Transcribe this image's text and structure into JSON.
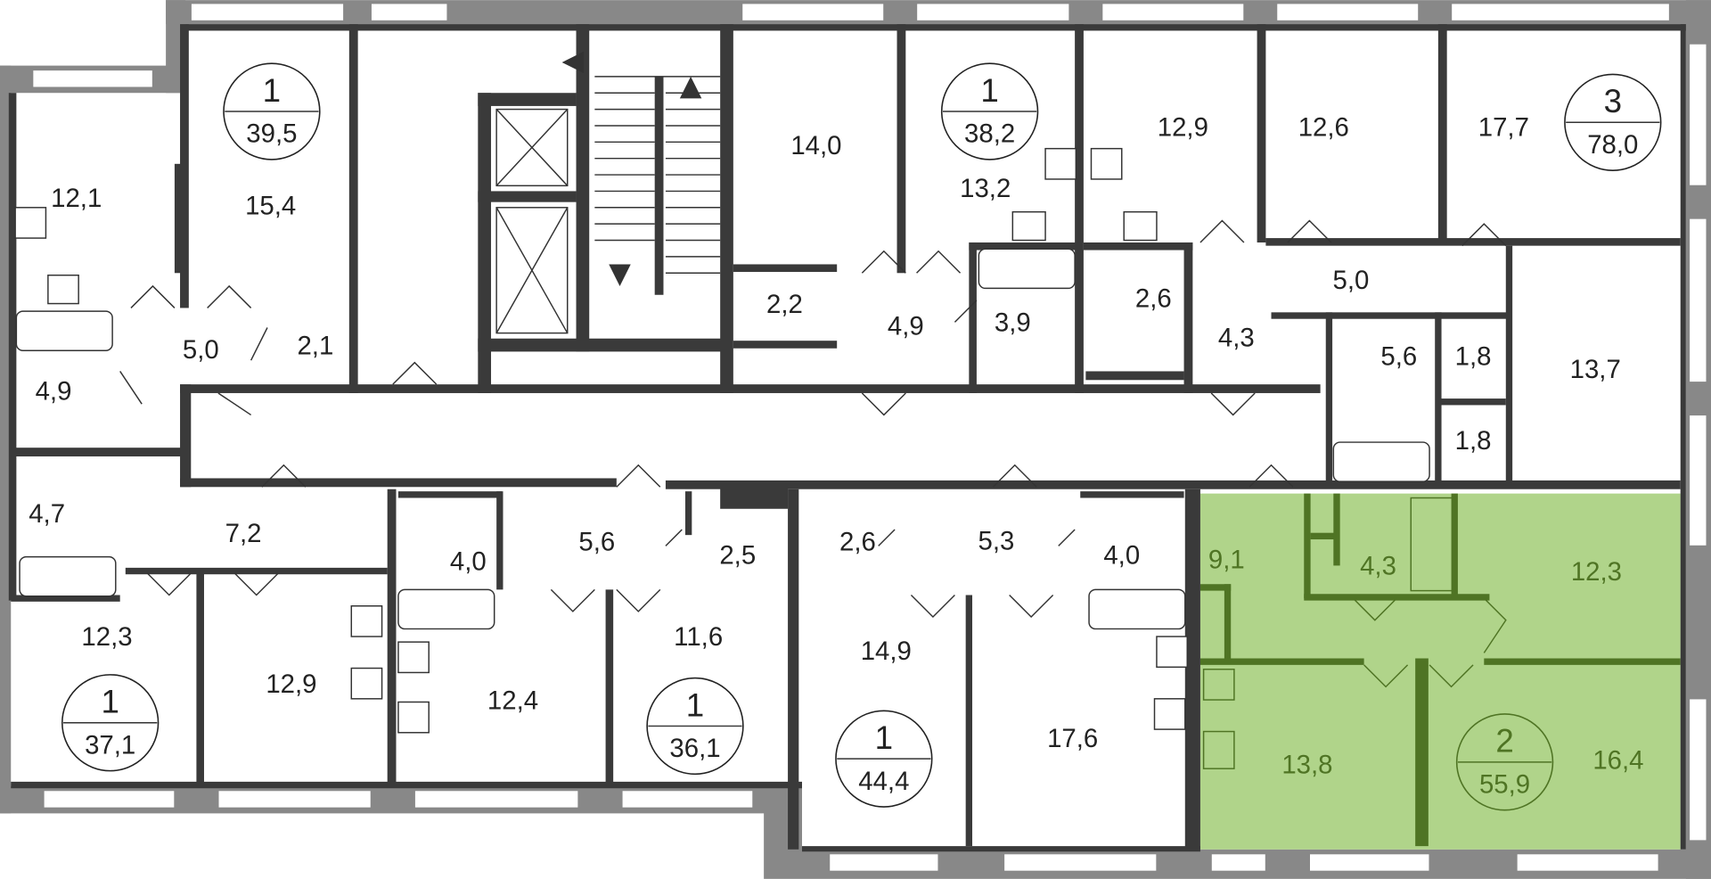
{
  "title": "Floor plan",
  "colors": {
    "wall": "#3a3a3a",
    "exterior": "#888888",
    "highlight_fill": "#b0d48a",
    "highlight_wall": "#4f7424"
  },
  "apartments": [
    {
      "rooms": "1",
      "area": "39,5"
    },
    {
      "rooms": "1",
      "area": "38,2"
    },
    {
      "rooms": "3",
      "area": "78,0"
    },
    {
      "rooms": "1",
      "area": "37,1"
    },
    {
      "rooms": "1",
      "area": "36,1"
    },
    {
      "rooms": "1",
      "area": "44,4"
    },
    {
      "rooms": "2",
      "area": "55,9",
      "highlighted": true
    }
  ],
  "room_areas": [
    "12,1",
    "15,4",
    "14,0",
    "13,2",
    "12,9",
    "12,6",
    "17,7",
    "5,0",
    "2,1",
    "4,9",
    "2,2",
    "4,9",
    "3,9",
    "2,6",
    "4,3",
    "5,0",
    "5,6",
    "1,8",
    "13,7",
    "1,8",
    "4,7",
    "7,2",
    "4,0",
    "5,6",
    "2,5",
    "2,6",
    "5,3",
    "4,0",
    "12,3",
    "12,9",
    "12,4",
    "11,6",
    "14,9",
    "17,6"
  ],
  "highlighted_room_areas": [
    "9,1",
    "4,3",
    "12,3",
    "13,8",
    "16,4"
  ]
}
